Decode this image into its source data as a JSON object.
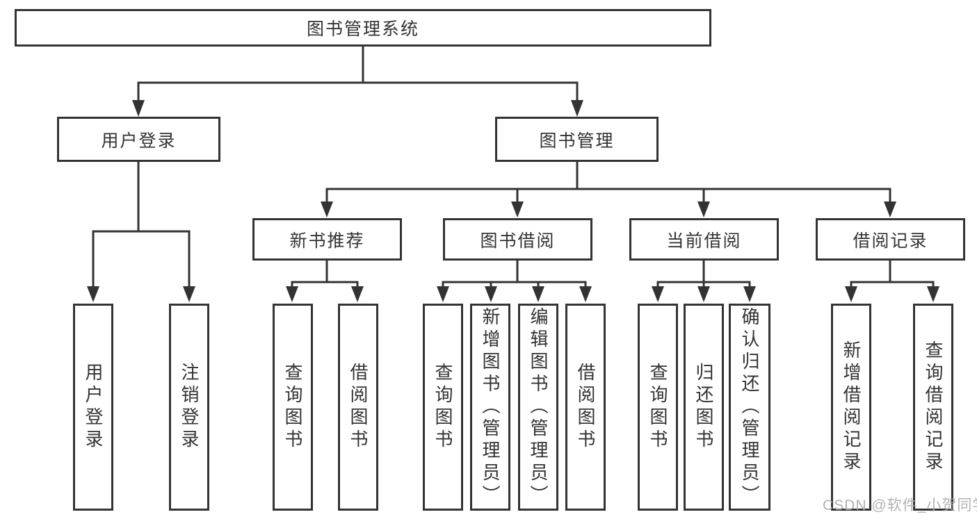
{
  "diagram": {
    "root": {
      "label": "图书管理系统"
    },
    "level2": {
      "user_login": {
        "label": "用户登录"
      },
      "book_management": {
        "label": "图书管理"
      }
    },
    "level3": {
      "new_book_recommend": {
        "label": "新书推荐"
      },
      "book_borrow": {
        "label": "图书借阅"
      },
      "current_borrow": {
        "label": "当前借阅"
      },
      "borrow_record": {
        "label": "借阅记录"
      }
    },
    "leaves": {
      "user_login": {
        "label": "用户登录"
      },
      "logout_login": {
        "label": "注销登录"
      },
      "query_book_1": {
        "label": "查询图书"
      },
      "borrow_book_1": {
        "label": "借阅图书"
      },
      "query_book_2": {
        "label": "查询图书"
      },
      "add_book_admin": {
        "label": "新增图书（管理员）"
      },
      "edit_book_admin": {
        "label": "编辑图书（管理员）"
      },
      "borrow_book_2": {
        "label": "借阅图书"
      },
      "query_book_3": {
        "label": "查询图书"
      },
      "return_book": {
        "label": "归还图书"
      },
      "confirm_return_admin": {
        "label": "确认归还（管理员）"
      },
      "add_borrow_record": {
        "label": "新增借阅记录"
      },
      "query_borrow_record": {
        "label": "查询借阅记录"
      }
    }
  },
  "watermark": {
    "text": "CSDN @软件_小贺同学"
  },
  "colors": {
    "line": "#333333",
    "text": "#333333",
    "background": "#ffffff",
    "watermark": "#ababab"
  }
}
